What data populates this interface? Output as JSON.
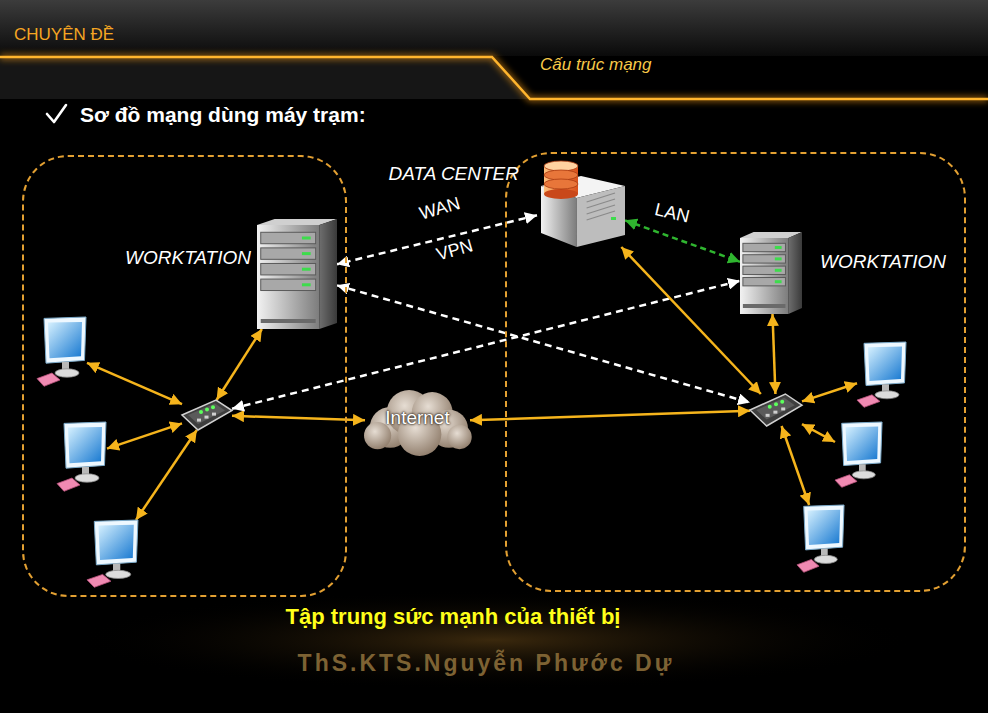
{
  "diagram": {
    "title": "Sơ đồ mạng dùng máy trạm:",
    "caption": "Tập trung sức mạnh của thiết bị",
    "nodes": [
      {
        "text": []
      },
      {
        "text": [
          "WORKTATION"
        ],
        "in": 0
      },
      {
        "text": [],
        "in": 0
      },
      {
        "text": [],
        "in": 0
      },
      {
        "text": [],
        "in": 0
      },
      {
        "text": [],
        "in": 0
      },
      {
        "text": [
          "Internet"
        ]
      },
      {
        "text": []
      },
      {
        "text": [
          "DATA CENTER"
        ],
        "in": 7
      },
      {
        "text": [
          "WORKTATION"
        ],
        "in": 7
      },
      {
        "text": [],
        "in": 7
      },
      {
        "text": [],
        "in": 7
      },
      {
        "text": [],
        "in": 7
      },
      {
        "text": [],
        "in": 7
      }
    ],
    "edges": [
      {
        "from": 1,
        "to": 3,
        "arrow": "both"
      },
      {
        "from": 3,
        "to": 2,
        "arrow": "both"
      },
      {
        "from": 3,
        "to": 4,
        "arrow": "both"
      },
      {
        "from": 3,
        "to": 5,
        "arrow": "both"
      },
      {
        "from": 3,
        "to": 6,
        "arrow": "both"
      },
      {
        "from": 6,
        "to": 11,
        "arrow": "both"
      },
      {
        "from": 8,
        "to": 1,
        "label": "WAN",
        "arrow": "both"
      },
      {
        "from": 8,
        "to": 9,
        "label": "LAN",
        "arrow": "both"
      },
      {
        "from": 1,
        "to": 11,
        "arrow": "both"
      },
      {
        "from": 3,
        "to": 9,
        "arrow": "both"
      },
      {
        "from": 11,
        "to": 8,
        "arrow": "both"
      },
      {
        "from": 11,
        "to": 9,
        "arrow": "both"
      },
      {
        "from": 11,
        "to": 10,
        "arrow": "both"
      },
      {
        "from": 11,
        "to": 12,
        "arrow": "both"
      },
      {
        "from": 11,
        "to": 13,
        "arrow": "both"
      }
    ],
    "labels": [
      "CHUYÊN ĐỀ",
      "Cấu trúc mạng",
      "VPN",
      "ThS.KTS.Nguyễn Phước Dự"
    ]
  }
}
